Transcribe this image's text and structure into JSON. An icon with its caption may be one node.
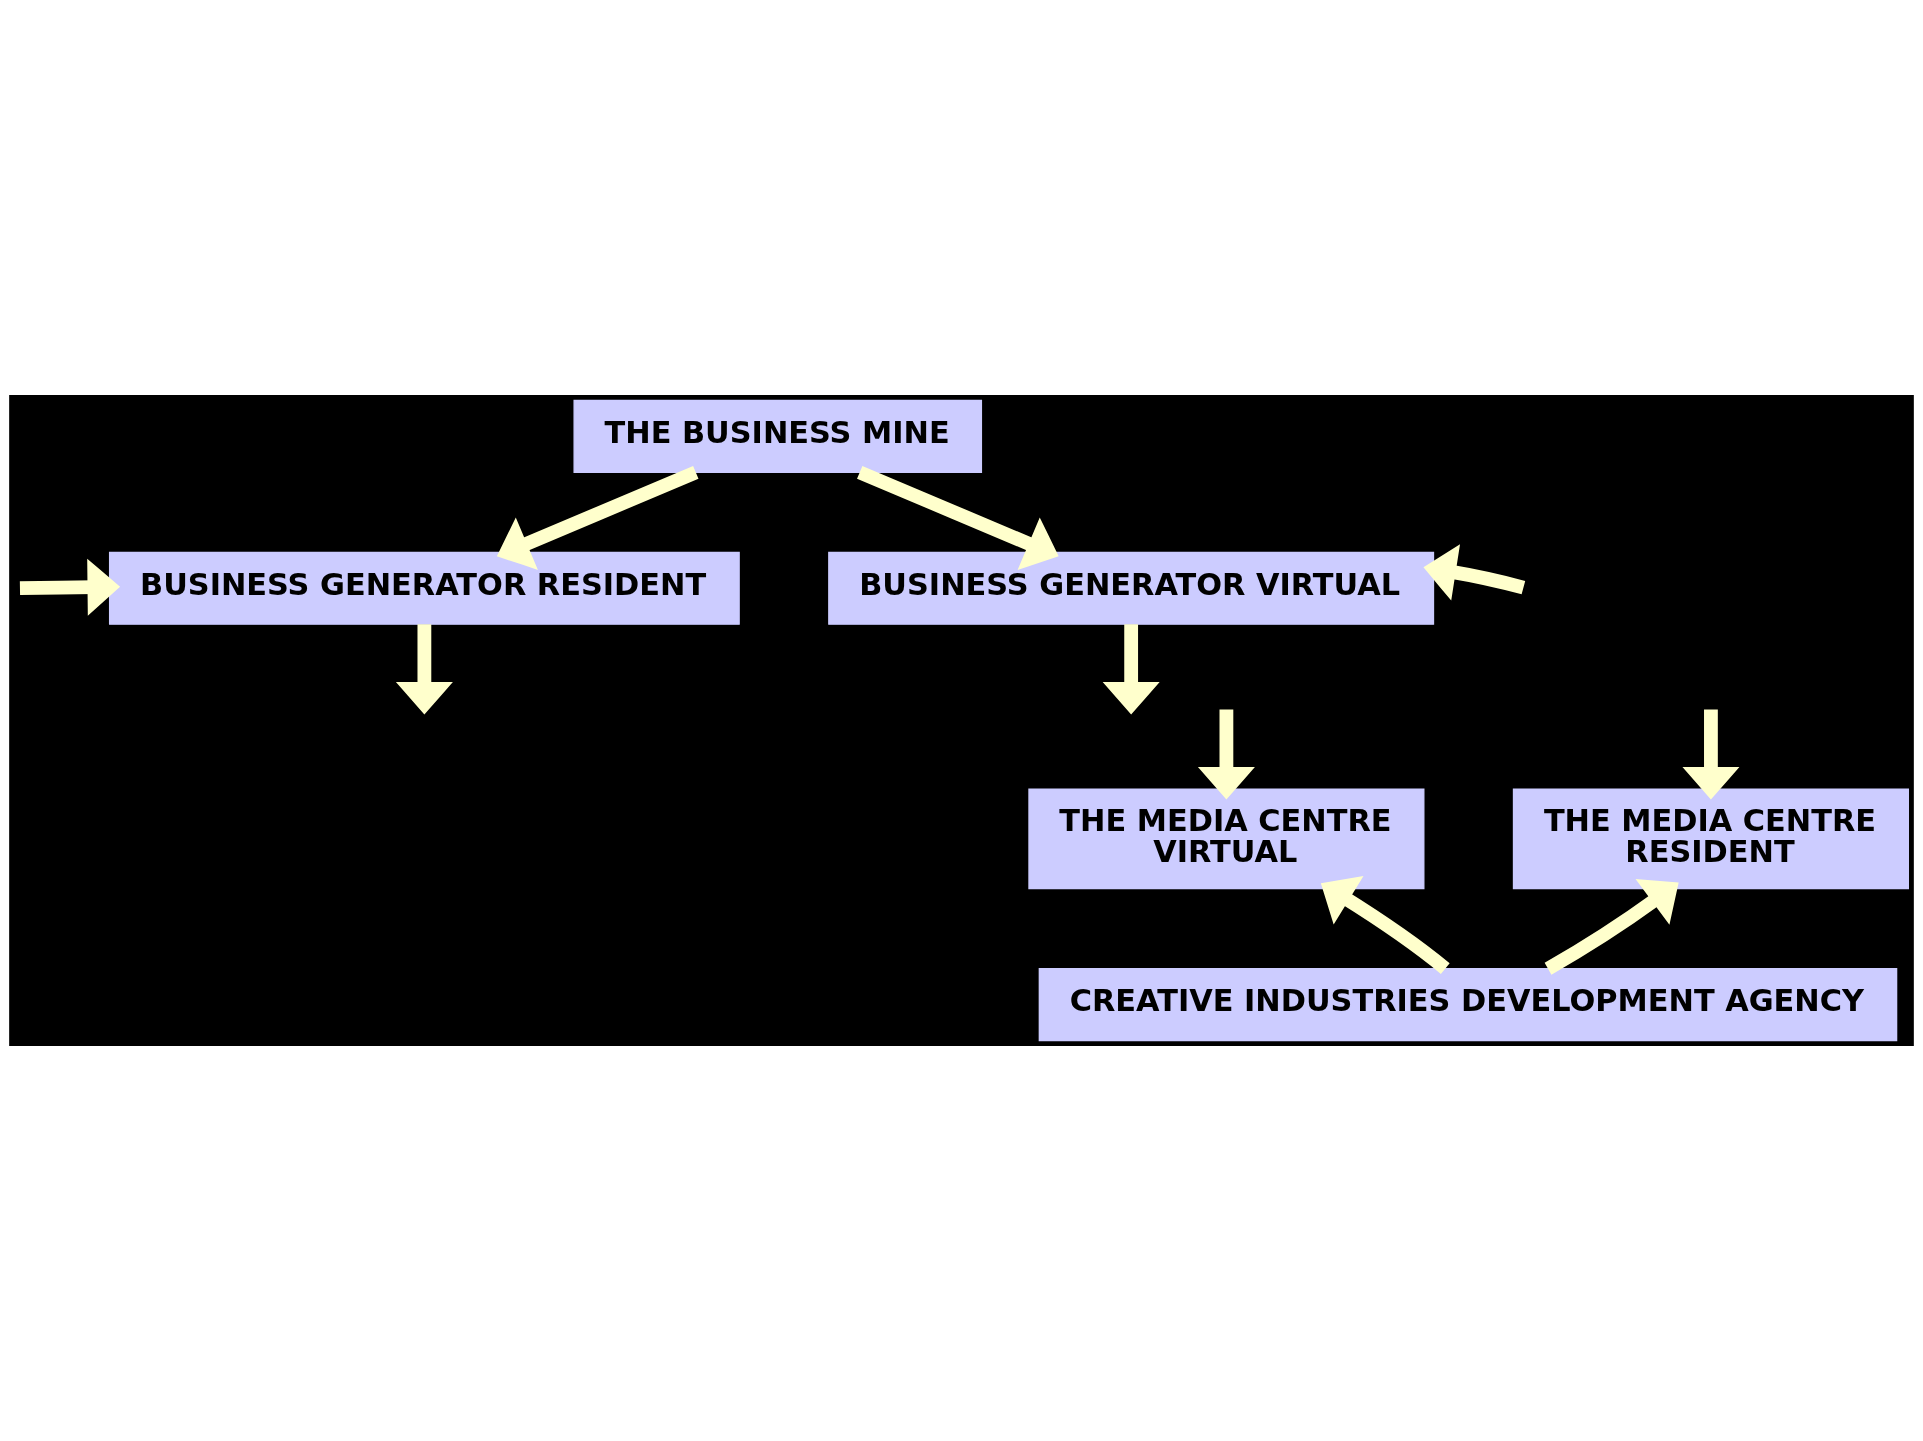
{
  "diagram": {
    "nodes": [
      {
        "text": [
          "THE BUSINESS MINE"
        ]
      },
      {
        "text": [
          "BUSINESS GENERATOR RESIDENT"
        ]
      },
      {
        "text": [
          "BUSINESS GENERATOR VIRTUAL"
        ]
      },
      {
        "text": [
          "THE MEDIA CENTRE",
          "RESIDENT"
        ]
      },
      {
        "text": [
          "THE MEDIA CENTRE",
          "VIRTUAL"
        ]
      },
      {
        "text": [
          "CREATIVE INDUSTRIES DEVELOPMENT AGENCY"
        ]
      }
    ],
    "edges": [
      {
        "from": 0,
        "to": 1,
        "arrow": "to"
      },
      {
        "from": 0,
        "to": 2,
        "arrow": "to"
      },
      {
        "from": null,
        "to": 1,
        "arrow": "to"
      },
      {
        "from": null,
        "to": 2,
        "arrow": "to"
      },
      {
        "from": 1,
        "to": null,
        "arrow": "to"
      },
      {
        "from": 2,
        "to": null,
        "arrow": "to"
      },
      {
        "from": null,
        "to": 3,
        "arrow": "to"
      },
      {
        "from": null,
        "to": 4,
        "arrow": "to"
      },
      {
        "from": 5,
        "to": 3,
        "arrow": "to"
      },
      {
        "from": 5,
        "to": 4,
        "arrow": "to"
      }
    ]
  }
}
